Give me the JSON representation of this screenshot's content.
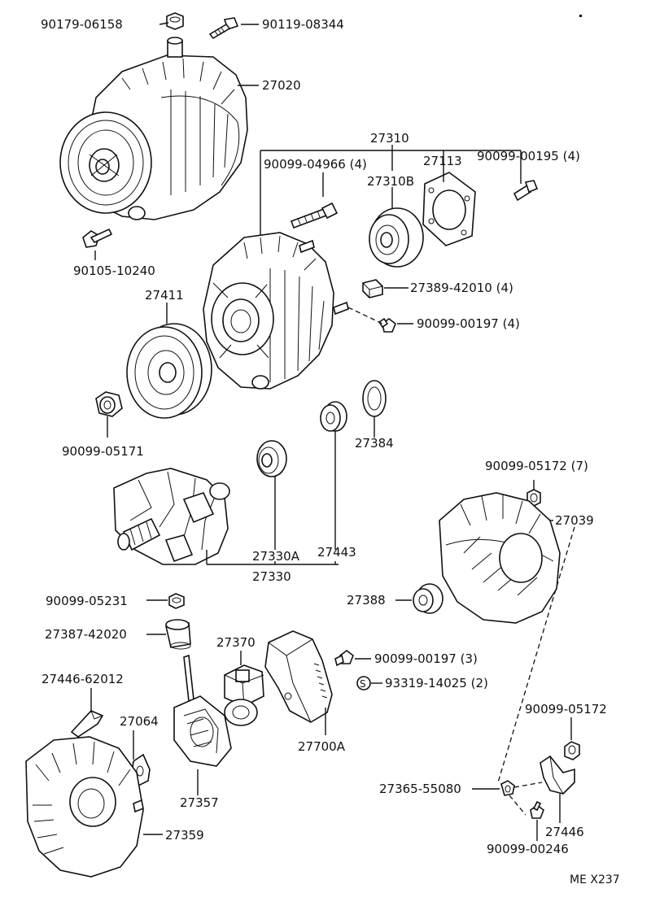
{
  "diagram": {
    "code": "ME X237",
    "parts": [
      "90179-06158",
      "90119-08344",
      "27020",
      "27310",
      "90099-04966 (4)",
      "27113",
      "90099-00195 (4)",
      "27310B",
      "90105-10240",
      "27411",
      "27389-42010 (4)",
      "90099-00197 (4)",
      "90099-05171",
      "27384",
      "90099-05172 (7)",
      "27039",
      "27330A",
      "27443",
      "27330",
      "90099-05231",
      "27388",
      "27387-42020",
      "27370",
      "90099-00197 (3)",
      "27446-62012",
      "93319-14025 (2)",
      "27064",
      "27700A",
      "90099-05172",
      "27365-55080",
      "27357",
      "27446",
      "27359",
      "90099-00246"
    ]
  }
}
